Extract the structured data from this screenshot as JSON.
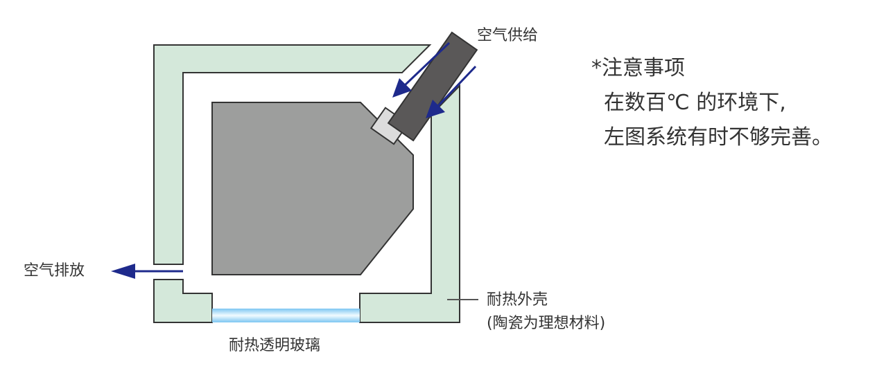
{
  "labels": {
    "air_supply": "空气供给",
    "air_exhaust": "空气排放",
    "housing_line1": "耐热外壳",
    "housing_line2": "(陶瓷为理想材料)",
    "glass": "耐热透明玻璃"
  },
  "note": {
    "title": "*注意事项",
    "line1": "在数百℃ 的环境下,",
    "line2": "左图系统有时不够完善。"
  },
  "colors": {
    "housing_fill": "#d4e8da",
    "camera_body": "#9d9e9d",
    "air_tube": "#5a5858",
    "arrow": "#1e2a8c",
    "glass": "#88ccf0",
    "outline": "#333333"
  }
}
